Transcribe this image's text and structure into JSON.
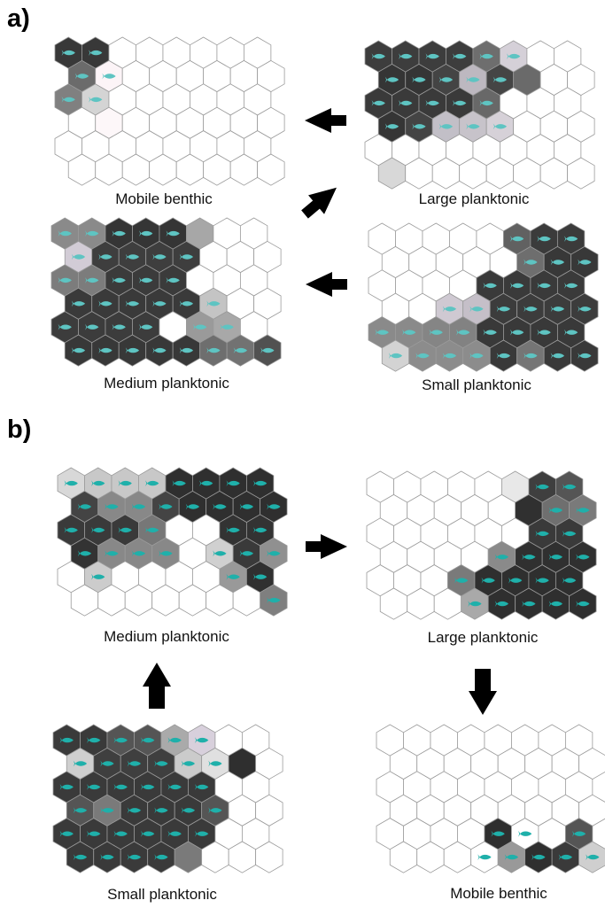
{
  "panels": [
    {
      "letter": "a)",
      "maps": [
        {
          "id": "a-mobile-benthic",
          "caption": "Mobile benthic",
          "fish_color": "#5ec4c2",
          "shade_levels": [
            "#383838,#383838,,,,,,",
            "#6b6b6b,#fcf4f7,,,,,,",
            "#808080,#d4d4d4,,,,,,",
            ",#fdf7f9,,,,,,",
            ",,,,,,,",
            ",,,,,,,"
          ],
          "fish_cells": [
            "11000000",
            "11000000",
            "11000000",
            "00000000",
            "00000000",
            "00000000"
          ]
        },
        {
          "id": "a-large-planktonic",
          "caption": "Large planktonic",
          "fish_color": "#5ec4c2",
          "shade_levels": [
            "#3d3d3d,#3d3d3d,#3d3d3d,#3d3d3d,#6e6e6e,#d5d0d8,,",
            "#353535,#353535,#444444,#bdb8c0,#454545,#6a6a6a,,",
            "#3a3a3a,#3a3a3a,#3a3a3a,#3a3a3a,#686868,,,",
            "#353535,#444444,#c2bfc7,#c7c3ca,#d6d1d8,,,",
            ",,,,,,,",
            "#d8d8d8,,,,,,,"
          ],
          "fish_cells": [
            "11111100",
            "11111000",
            "11111000",
            "11111000",
            "00000000",
            "00000000"
          ]
        },
        {
          "id": "a-medium-planktonic",
          "caption": "Medium planktonic",
          "fish_color": "#5ec4c2",
          "shade_levels": [
            "#8a8a8a,#8a8a8a,#353535,#353535,#353535,#a7a7a7,,",
            "#d2ccd6,#3e3e3e,#3e3e3e,#3e3e3e,#3e3e3e,,,",
            "#7c7c7c,#7c7c7c,#3b3b3b,#3b3b3b,#3b3b3b,,,",
            "#3a3a3a,#3a3a3a,#3a3a3a,#3a3a3a,#3a3a3a,#c4c4c4,,",
            "#3c3c3c,#3c3c3c,#3c3c3c,#3c3c3c,,#9a9a9a,#a8a8a8,",
            "#383838,#383838,#383838,#383838,#383838,#6e6e6e,#727272,#515151"
          ],
          "fish_cells": [
            "11111000",
            "11111000",
            "11111000",
            "11111100",
            "11110110",
            "11111111"
          ]
        },
        {
          "id": "a-small-planktonic",
          "caption": "Small planktonic",
          "fish_color": "#5ec4c2",
          "shade_levels": [
            ",,,,,#616161,#3b3b3b,#3b3b3b",
            ",,,,,#6e6e6e,#383838,#383838",
            ",,,,#3a3a3a,#3a3a3a,#3a3a3a,#3a3a3a",
            ",,#cfc9d2,#c5bfc8,#3c3c3c,#3c3c3c,#3c3c3c,#3c3c3c",
            "#8a8a8a,#8a8a8a,#858585,#828282,#393939,#393939,#393939,#393939",
            "#d3d3d3,#8c8c8c,#8c8c8c,#8c8c8c,#393939,#757575,#393939,#393939"
          ],
          "fish_cells": [
            "00000111",
            "00000111",
            "00001111",
            "00111111",
            "11111111",
            "11111111"
          ]
        }
      ]
    },
    {
      "letter": "b)",
      "maps": [
        {
          "id": "b-medium-planktonic",
          "caption": "Medium planktonic",
          "fish_color": "#1fb0aa",
          "shade_levels": [
            "#d8d8d8,#c8c8c8,#c8c8c8,#c8c8c8,#2f2f2f,#2f2f2f,#2f2f2f,#2f2f2f",
            "#444444,#888888,#888888,#444444,#2f2f2f,#2f2f2f,#2f2f2f,#2f2f2f",
            "#3a3a3a,#3a3a3a,#3a3a3a,#777777,,,#333333,#333333",
            "#333333,#888888,#888888,#888888,,#d0d0d0,#3a3a3a,#909090",
            ",#cccccc,,,,,#999999,#303030",
            ",,,,,,,#7f7f7f"
          ],
          "fish_cells": [
            "11111111",
            "11111111",
            "11110011",
            "11110111",
            "01000011",
            "00000001"
          ]
        },
        {
          "id": "b-large-planktonic",
          "caption": "Large planktonic",
          "fish_color": "#1fb0aa",
          "shade_levels": [
            ",,,,,#e8e8e8,#3f3f3f,#555555",
            ",,,,,#303030,#6f6f6f,#7a7a7a",
            ",,,,,,#3a3a3a,#3a3a3a",
            ",,,,#8a8a8a,#303030,#303030,#303030",
            ",,,#7a7a7a,#2f2f2f,#2f2f2f,#2f2f2f,#2f2f2f",
            ",,,#a9a9a9,#2f2f2f,#2f2f2f,#2f2f2f,#2f2f2f"
          ],
          "fish_cells": [
            "00000011",
            "00000011",
            "00000011",
            "00001111",
            "00011111",
            "00011111"
          ]
        },
        {
          "id": "b-small-planktonic",
          "caption": "Small planktonic",
          "fish_color": "#1fb0aa",
          "shade_levels": [
            "#3a3a3a,#3a3a3a,#555555,#555555,#aaaaaa,#d8d0dc,,",
            "#cfcfcf,#3f3f3f,#3f3f3f,#3f3f3f,#cbcbcb,#e0e0e0,#2f2f2f,",
            "#3a3a3a,#3a3a3a,#3a3a3a,#3a3a3a,#3a3a3a,#3a3a3a,,",
            "#555555,#7a7a7a,#3a3a3a,#3a3a3a,#3a3a3a,#555555,,",
            "#3a3a3a,#3a3a3a,#3a3a3a,#3a3a3a,#3a3a3a,#3a3a3a,,",
            "#3a3a3a,#3a3a3a,#3a3a3a,#3a3a3a,#7a7a7a,,,"
          ],
          "fish_cells": [
            "11111100",
            "11111100",
            "11111100",
            "11111100",
            "11111100",
            "11110000"
          ]
        },
        {
          "id": "b-mobile-benthic",
          "caption": "Mobile benthic",
          "fish_color": "#1fb0aa",
          "shade_levels": [
            ",,,,,,,",
            ",,,,,,,",
            ",,,,,,,",
            ",,,,,,,",
            ",,,,#2f2f2f,,,#555555",
            ",,,,#999999,#2f2f2f,#3a3a3a,#cfcfcf"
          ],
          "fish_cells": [
            "00000000",
            "00000000",
            "00000000",
            "00000000",
            "00001101",
            "00011111"
          ]
        }
      ]
    }
  ],
  "arrows": [
    {
      "id": "a-arrow-large-to-benthic",
      "direction": "left"
    },
    {
      "id": "a-arrow-small-to-medium",
      "direction": "left"
    },
    {
      "id": "a-arrow-up-right",
      "direction": "up-right"
    },
    {
      "id": "b-arrow-medium-to-large",
      "direction": "right"
    },
    {
      "id": "b-arrow-small-to-medium",
      "direction": "up"
    },
    {
      "id": "b-arrow-large-to-benthic",
      "direction": "down"
    }
  ]
}
